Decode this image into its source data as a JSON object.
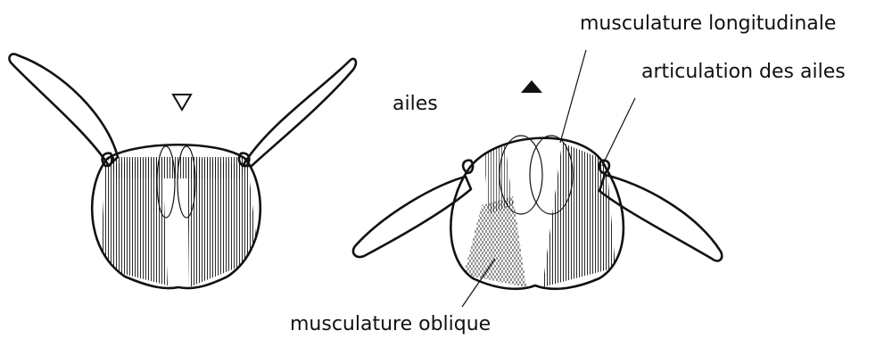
{
  "labels": {
    "longitudinal": "musculature longitudinale",
    "articulation": "articulation des ailes",
    "wings": "ailes",
    "oblique": "musculature oblique"
  },
  "markers": {
    "left": "down-triangle-outline",
    "right": "up-triangle-filled"
  },
  "colors": {
    "ink": "#111111",
    "background": "#ffffff"
  }
}
